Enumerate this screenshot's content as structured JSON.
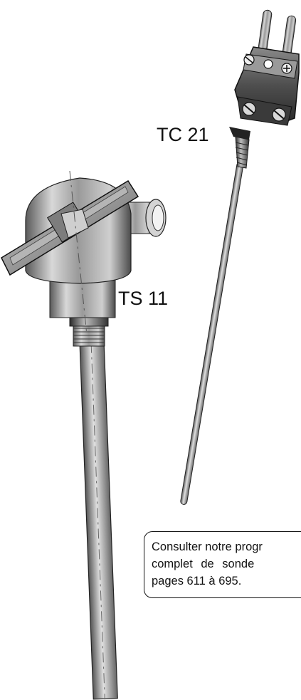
{
  "labels": {
    "tc": "TC 21",
    "ts": "TS 11"
  },
  "callout": {
    "line1": "Consulter notre progr",
    "line2": "complet de sonde",
    "line3": "pages 611 à 695."
  }
}
